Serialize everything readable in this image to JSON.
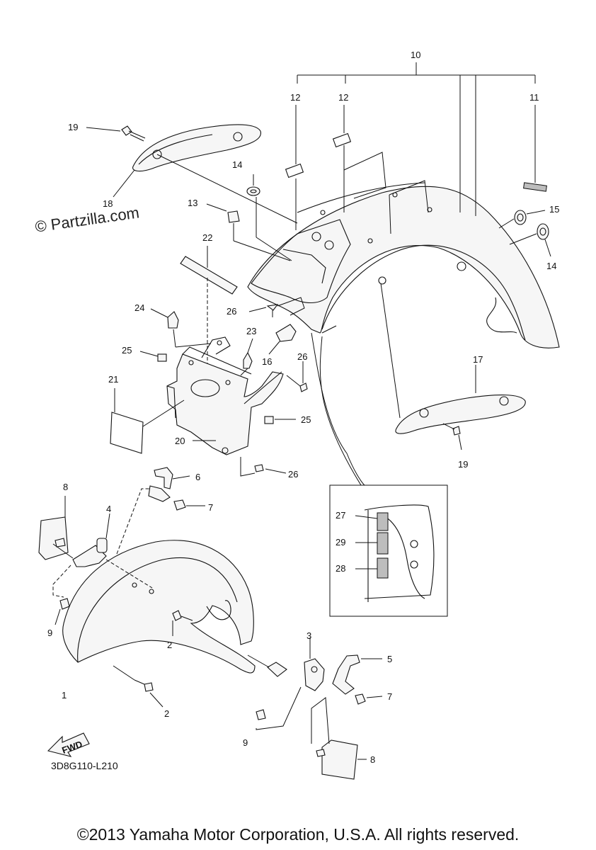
{
  "watermark": "© Partzilla.com",
  "diagram_code": "3D8G110-L210",
  "copyright": "©2013 Yamaha Motor Corporation, U.S.A. All rights reserved.",
  "fwd_label": "FWD",
  "callouts": [
    {
      "id": "c10",
      "text": "10"
    },
    {
      "id": "c12a",
      "text": "12"
    },
    {
      "id": "c12b",
      "text": "12"
    },
    {
      "id": "c11",
      "text": "11"
    },
    {
      "id": "c19a",
      "text": "19"
    },
    {
      "id": "c18",
      "text": "18"
    },
    {
      "id": "c14a",
      "text": "14"
    },
    {
      "id": "c13",
      "text": "13"
    },
    {
      "id": "c15",
      "text": "15"
    },
    {
      "id": "c14b",
      "text": "14"
    },
    {
      "id": "c22",
      "text": "22"
    },
    {
      "id": "c24",
      "text": "24"
    },
    {
      "id": "c26a",
      "text": "26"
    },
    {
      "id": "c23",
      "text": "23"
    },
    {
      "id": "c16",
      "text": "16"
    },
    {
      "id": "c25a",
      "text": "25"
    },
    {
      "id": "c26b",
      "text": "26"
    },
    {
      "id": "c21",
      "text": "21"
    },
    {
      "id": "c17",
      "text": "17"
    },
    {
      "id": "c25b",
      "text": "25"
    },
    {
      "id": "c20",
      "text": "20"
    },
    {
      "id": "c19b",
      "text": "19"
    },
    {
      "id": "c26c",
      "text": "26"
    },
    {
      "id": "c6",
      "text": "6"
    },
    {
      "id": "c8a",
      "text": "8"
    },
    {
      "id": "c7a",
      "text": "7"
    },
    {
      "id": "c4",
      "text": "4"
    },
    {
      "id": "c27",
      "text": "27"
    },
    {
      "id": "c29",
      "text": "29"
    },
    {
      "id": "c28",
      "text": "28"
    },
    {
      "id": "c9a",
      "text": "9"
    },
    {
      "id": "c2a",
      "text": "2"
    },
    {
      "id": "c3",
      "text": "3"
    },
    {
      "id": "c5",
      "text": "5"
    },
    {
      "id": "c1",
      "text": "1"
    },
    {
      "id": "c7b",
      "text": "7"
    },
    {
      "id": "c2b",
      "text": "2"
    },
    {
      "id": "c9b",
      "text": "9"
    },
    {
      "id": "c8b",
      "text": "8"
    }
  ]
}
